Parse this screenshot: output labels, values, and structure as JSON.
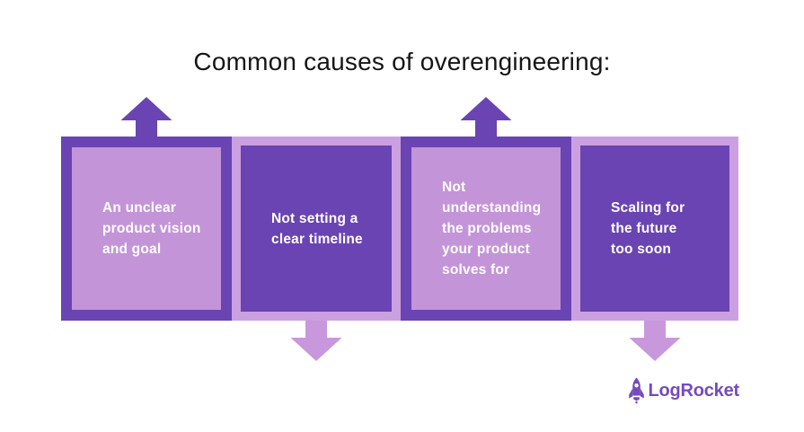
{
  "title": "Common causes of overengineering:",
  "boxes": [
    {
      "label": "An unclear\nproduct vision\nand goal",
      "style": "light",
      "arrow": "up"
    },
    {
      "label": "Not setting a\nclear timeline",
      "style": "dark",
      "arrow": "down"
    },
    {
      "label": "Not\nunderstanding\nthe problems\nyour product\nsolves for",
      "style": "light",
      "arrow": "up"
    },
    {
      "label": "Scaling for\nthe future\ntoo soon",
      "style": "dark",
      "arrow": "down"
    }
  ],
  "logo": {
    "text": "LogRocket",
    "icon": "rocket-icon"
  },
  "colors": {
    "dark_purple": "#6a44b2",
    "light_purple_fill": "#c494d8",
    "light_purple_border": "#cba0e0",
    "light_arrow": "#c997dc",
    "logo_purple": "#764abc",
    "title_text": "#161616",
    "box_text": "#ffffff",
    "background": "#ffffff"
  }
}
